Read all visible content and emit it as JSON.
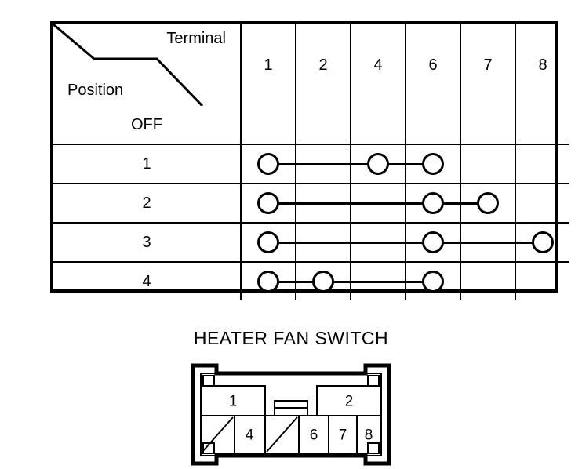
{
  "table": {
    "corner": {
      "terminal_label": "Terminal",
      "position_label": "Position"
    },
    "terminals": [
      "1",
      "2",
      "4",
      "6",
      "7",
      "8"
    ],
    "rows": [
      {
        "position": "OFF",
        "closed": []
      },
      {
        "position": "1",
        "closed": [
          "1",
          "4",
          "6"
        ]
      },
      {
        "position": "2",
        "closed": [
          "1",
          "6",
          "7"
        ]
      },
      {
        "position": "3",
        "closed": [
          "1",
          "6",
          "8"
        ]
      },
      {
        "position": "4",
        "closed": [
          "1",
          "2",
          "6"
        ]
      }
    ]
  },
  "caption": "HEATER FAN SWITCH",
  "connector": {
    "top_cells": [
      {
        "label": "1"
      },
      {
        "label": ""
      },
      {
        "label": "2"
      }
    ],
    "bottom_cells": [
      {
        "label": "",
        "diagonal": true
      },
      {
        "label": "4",
        "diagonal": false
      },
      {
        "label": "",
        "diagonal": true
      },
      {
        "label": "6",
        "diagonal": false
      },
      {
        "label": "7",
        "diagonal": false
      },
      {
        "label": "8",
        "diagonal": false
      }
    ]
  },
  "colors": {
    "line": "#000000",
    "background": "#ffffff"
  }
}
